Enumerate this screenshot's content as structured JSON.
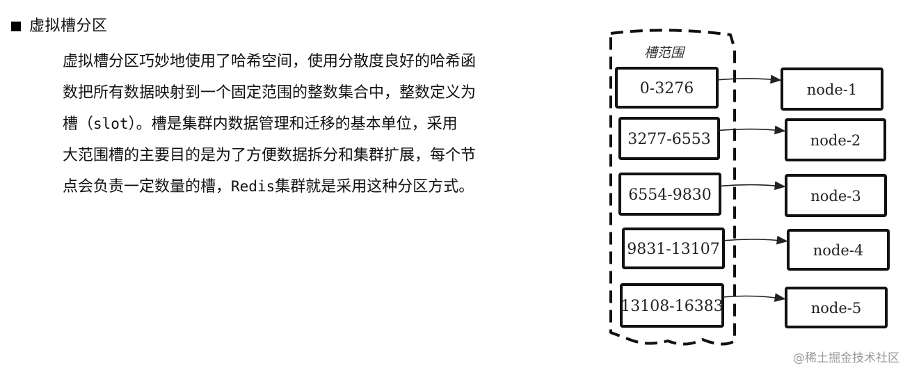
{
  "heading": "虚拟槽分区",
  "paragraph": {
    "line1": "虚拟槽分区巧妙地使用了哈希空间，使用分散度良好的哈希函",
    "line2": "数把所有数据映射到一个固定范围的整数集合中，整数定义为",
    "line3_pre": "槽（",
    "line3_code": "slot",
    "line3_post": "）。槽是集群内数据管理和迁移的基本单位，采用",
    "line4": "大范围槽的主要目的是为了方便数据拆分和集群扩展，每个节",
    "line5_pre": "点会负责一定数量的槽，",
    "line5_code": "Redis",
    "line5_post": "集群就是采用这种分区方式。"
  },
  "diagram": {
    "title": "槽范围",
    "slots": [
      "0-3276",
      "3277-6553",
      "6554-9830",
      "9831-13107",
      "13108-16383"
    ],
    "nodes": [
      "node-1",
      "node-2",
      "node-3",
      "node-4",
      "node-5"
    ]
  },
  "watermark": "@稀土掘金技术社区"
}
